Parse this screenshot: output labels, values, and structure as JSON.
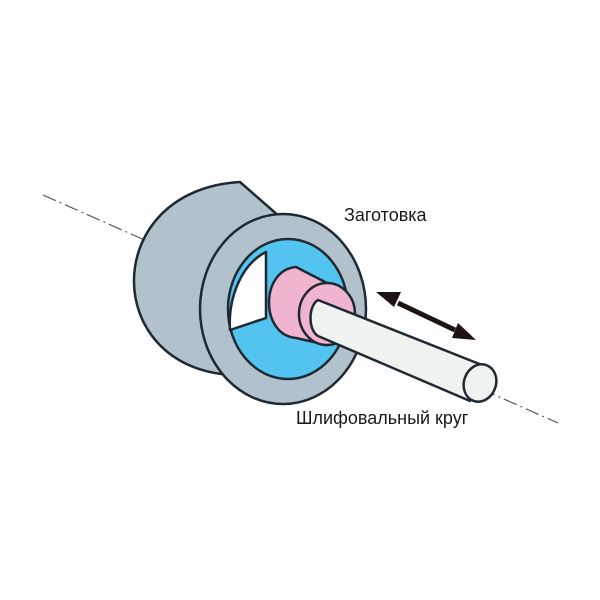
{
  "labels": {
    "workpiece": "Заготовка",
    "grinding_wheel": "Шлифовальный круг"
  },
  "colors": {
    "outer_ring": "#b1c2cc",
    "workpiece_bore": "#52c4ef",
    "sleeve": "#f0b4ce",
    "shaft": "#eef3f0",
    "outline": "#1f2933",
    "arrow": "#1e1414",
    "axis_line": "#5a5a5a"
  },
  "arrow": {
    "style": "double-headed"
  }
}
